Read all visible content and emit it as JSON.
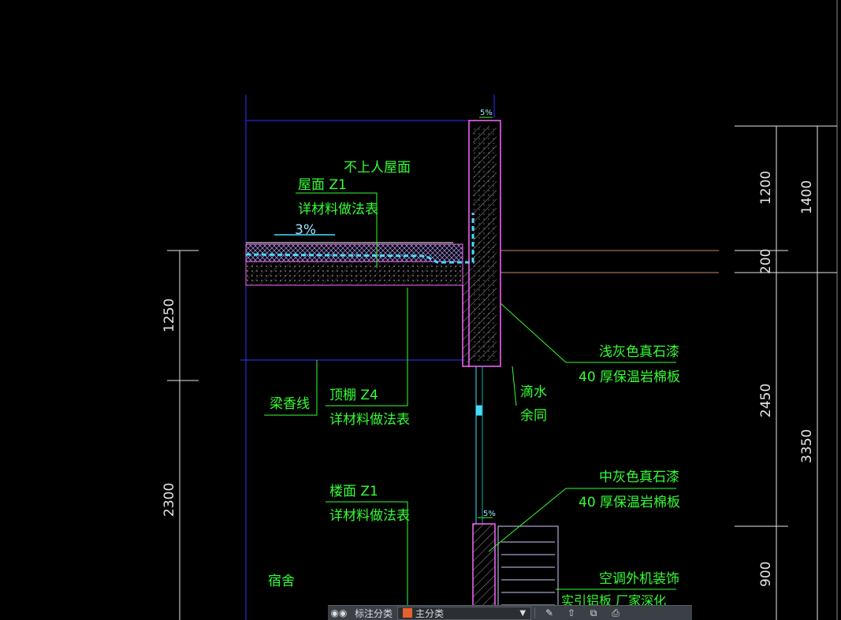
{
  "drawing": {
    "labels": {
      "roof_type": "不上人屋面",
      "roof_code": "屋面 Z1",
      "roof_note": "详材料做法表",
      "roof_slope": "3%",
      "ceiling_code": "顶棚 Z4",
      "ceiling_note": "详材料做法表",
      "beam_line": "梁香线",
      "floor_code": "楼面 Z1",
      "floor_note": "详材料做法表",
      "room": "宿舍",
      "finish_light": "浅灰色真石漆",
      "insulation_1": "40 厚保温岩棉板",
      "drip": "滴水",
      "same": "余同",
      "finish_mid": "中灰色真石漆",
      "insulation_2": "40 厚保温岩棉板",
      "ac_decor": "空调外机装饰",
      "ac_note": "实引铝板 厂家深化",
      "parapet_slope_top": "5%",
      "parapet_slope_low": "5%"
    },
    "dims_left": [
      "1250",
      "2300"
    ],
    "dims_right_inner": [
      "1200",
      "200",
      "2450",
      "900"
    ],
    "dims_right_outer": [
      "1400",
      "3350"
    ]
  },
  "colors": {
    "background": "#000000",
    "annotation": "#33ff33",
    "dimension": "#e6e6e6",
    "outline": "#ff66ff",
    "guide": "#3030ff",
    "waterproof": "#44ddff"
  },
  "toolbar": {
    "icon_view": "glasses-icon",
    "label": "标注分类",
    "selected": "主分类",
    "icons": [
      "pen-icon",
      "share-icon",
      "copy-icon",
      "print-icon"
    ]
  }
}
